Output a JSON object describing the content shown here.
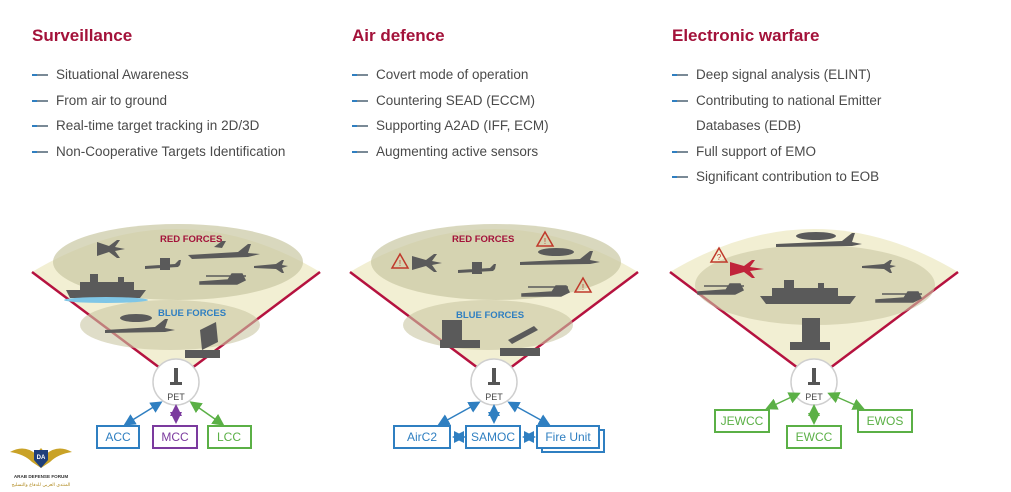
{
  "columns": [
    {
      "title": "Surveillance",
      "bullets": [
        "Situational Awareness",
        "From air to ground",
        "Real-time target tracking in 2D/3D",
        "Non-Cooperative Targets Identification"
      ]
    },
    {
      "title": "Air defence",
      "bullets": [
        "Covert mode of operation",
        "Countering SEAD (ECCM)",
        "Supporting A2AD (IFF, ECM)",
        "Augmenting active sensors"
      ]
    },
    {
      "title": "Electronic warfare",
      "bullets": [
        "Deep signal analysis (ELINT)",
        "Contributing to national Emitter",
        "Databases (EDB)",
        "Full support of EMO",
        "Significant contribution to EOB"
      ]
    }
  ],
  "diagrams": {
    "red_forces": "RED FORCES",
    "blue_forces": "BLUE FORCES",
    "pet": "PET",
    "surveillance_nodes": [
      "ACC",
      "MCC",
      "LCC"
    ],
    "air_defence_nodes": [
      "AirC2",
      "SAMOC",
      "Fire Unit"
    ],
    "ew_nodes": [
      "JEWCC",
      "EWCC",
      "EWOS"
    ]
  },
  "logo": {
    "line1": "ARAB DEFENSE FORUM",
    "line2": "المنتدى العربي للدفاع والتسليح"
  },
  "colors": {
    "title": "#a3123a",
    "text": "#4a4a4a",
    "sector_fill": "#f2efd3",
    "sector_edge": "#b5123f",
    "red_label": "#a3123a",
    "blue_label": "#2f7fc1",
    "acc": "#2f7fc1",
    "mcc": "#7b3a9e",
    "lcc": "#5bb046"
  }
}
